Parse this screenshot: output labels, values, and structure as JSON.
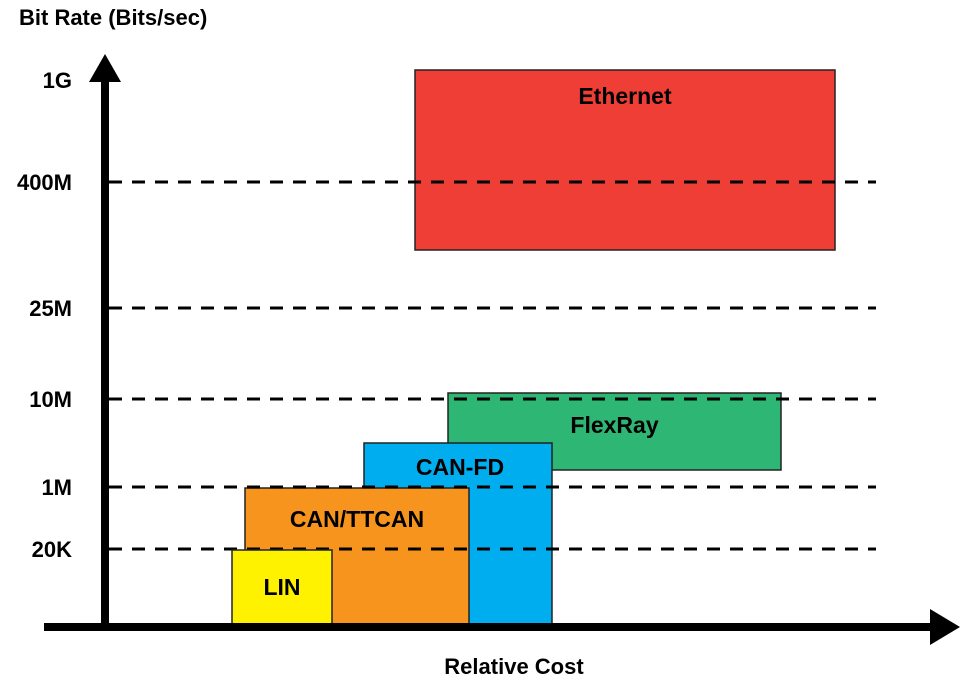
{
  "chart_data": {
    "type": "diagram",
    "title": "",
    "ylabel": "Bit Rate (Bits/sec)",
    "xlabel": "Relative Cost",
    "y_ticks": [
      "1G",
      "400M",
      "25M",
      "10M",
      "1M",
      "20K"
    ],
    "gridlines_dashed": [
      "400M",
      "25M",
      "10M",
      "1M",
      "20K"
    ],
    "regions": [
      {
        "name": "LIN",
        "color": "#fff200",
        "cost_range": [
          0.0,
          0.147
        ],
        "rate_top": "20K"
      },
      {
        "name": "CAN/TTCAN",
        "color": "#f7941d",
        "cost_range": [
          0.017,
          0.43
        ],
        "rate_top": "1M"
      },
      {
        "name": "CAN-FD",
        "color": "#00aeef",
        "cost_range": [
          0.163,
          0.526
        ],
        "rate_top": "above 1M (~2-5M)"
      },
      {
        "name": "FlexRay",
        "color": "#2db674",
        "cost_range": [
          0.268,
          0.719
        ],
        "rate_range": [
          "~2M",
          "10M"
        ]
      },
      {
        "name": "Ethernet",
        "color": "#ef3e36",
        "cost_range": [
          0.228,
          0.815
        ],
        "rate_range": [
          "~100M",
          "1G"
        ]
      }
    ]
  }
}
